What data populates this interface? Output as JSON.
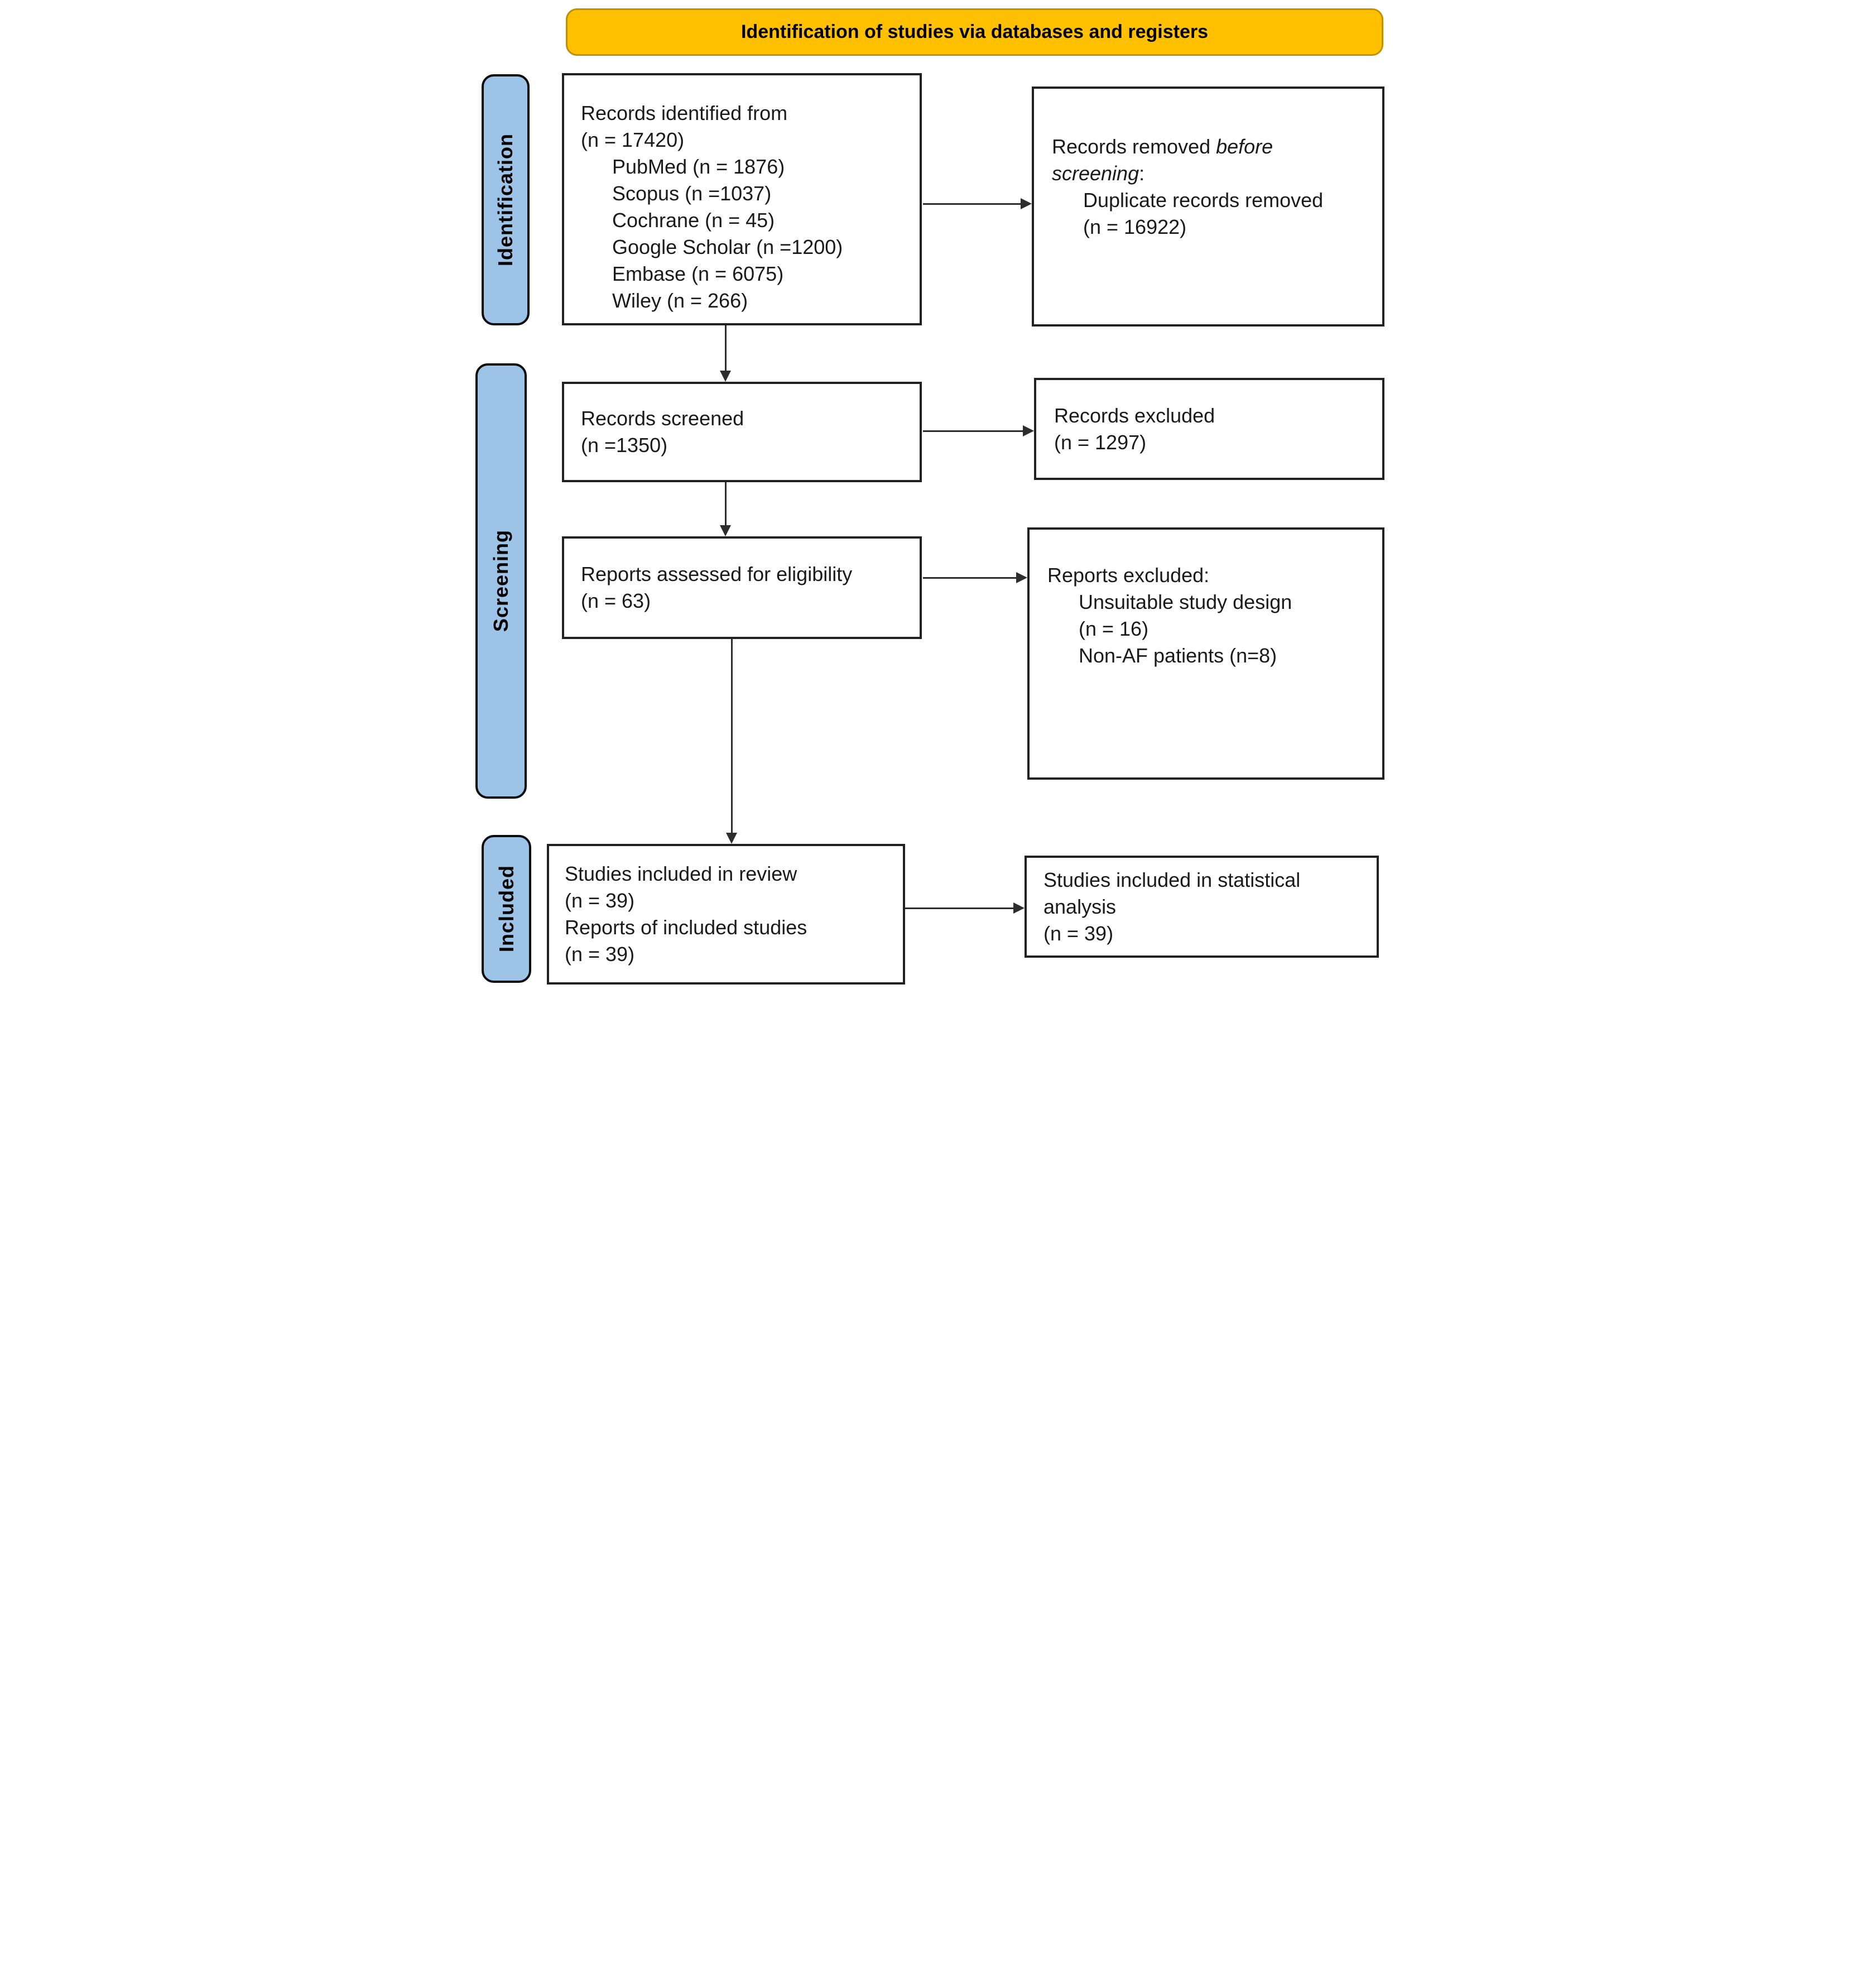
{
  "colors": {
    "banner_bg": "#FFC000",
    "banner_border": "#BF9000",
    "stage_bg": "#9DC3E6",
    "stage_border": "#0a0a0a",
    "box_border": "#212121",
    "arrow": "#2d2d2d",
    "text": "#1a1a1a"
  },
  "banner": {
    "title": "Identification of studies via databases and registers"
  },
  "stages": {
    "identification": "Identification",
    "screening": "Screening",
    "included": "Included"
  },
  "boxes": {
    "records_identified": {
      "title": "Records identified from",
      "total": "(n = 17420)",
      "sources": [
        "PubMed (n = 1876)",
        "Scopus (n =1037)",
        "Cochrane (n = 45)",
        "Google Scholar (n =1200)",
        "Embase (n = 6075)",
        "Wiley (n = 266)"
      ]
    },
    "records_removed": {
      "line1_text": "Records removed ",
      "line1_italic": "before",
      "line2_italic": "screening",
      "line2_text": ":",
      "reason": "Duplicate records removed",
      "reason_n": "(n = 16922)"
    },
    "records_screened": {
      "title": "Records screened",
      "n": "(n =1350)"
    },
    "records_excluded": {
      "title": "Records excluded",
      "n": "(n = 1297)"
    },
    "reports_assessed": {
      "title": "Reports assessed for eligibility",
      "n": "(n = 63)"
    },
    "reports_excluded": {
      "title": "Reports excluded:",
      "reason1": "Unsuitable study design",
      "reason1_n": "(n = 16)",
      "reason2": "Non-AF patients (n=8)"
    },
    "studies_included": {
      "line1": "Studies included in review",
      "line1_n": "(n = 39)",
      "line2": "Reports of included studies",
      "line2_n": "(n = 39)"
    },
    "statistical_analysis": {
      "line1": "Studies included in statistical",
      "line2": "analysis",
      "n": "(n = 39)"
    }
  }
}
